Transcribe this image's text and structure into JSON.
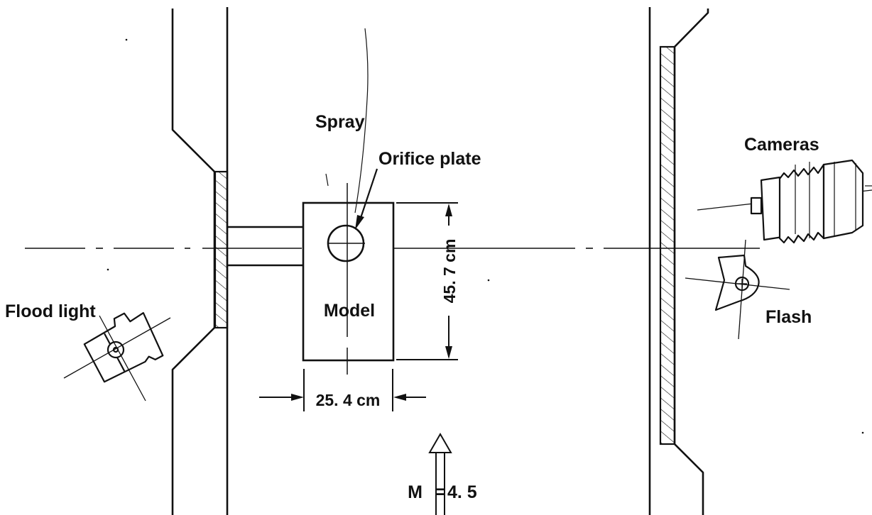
{
  "labels": {
    "spray": "Spray",
    "orifice_plate": "Orifice plate",
    "cameras": "Cameras",
    "flood_light": "Flood light",
    "model": "Model",
    "flash": "Flash",
    "height_dim": "45. 7 cm",
    "width_dim": "25. 4 cm",
    "mach_symbol": "M",
    "mach_equals": "=",
    "mach_value": "4. 5"
  },
  "colors": {
    "ink": "#111111",
    "background": "#ffffff"
  }
}
